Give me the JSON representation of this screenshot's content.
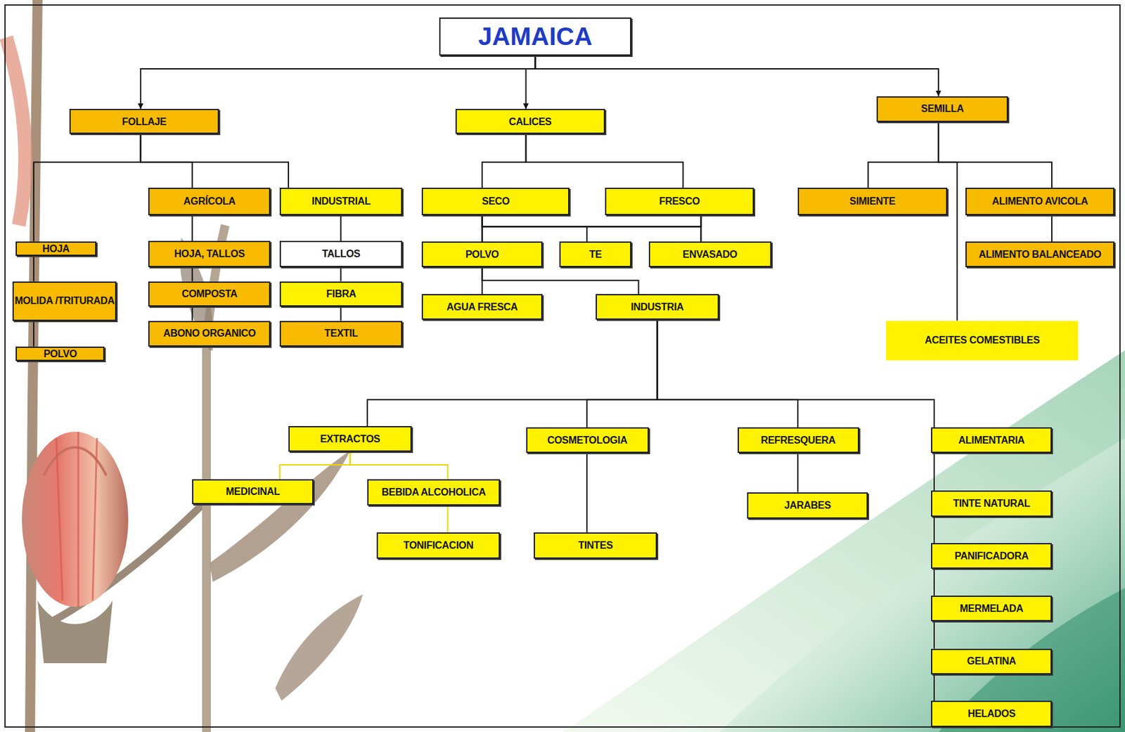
{
  "diagram": {
    "nodes": [
      {
        "text": [
          "JAMAICA"
        ]
      },
      {
        "text": [
          "FOLLAJE"
        ]
      },
      {
        "text": [
          "CALICES"
        ]
      },
      {
        "text": [
          "SEMILLA"
        ]
      },
      {
        "text": [
          "HOJA"
        ]
      },
      {
        "text": [
          "MOLIDA /TRITURADA"
        ]
      },
      {
        "text": [
          "POLVO"
        ]
      },
      {
        "text": [
          "AGRÍCOLA"
        ]
      },
      {
        "text": [
          "HOJA, TALLOS"
        ]
      },
      {
        "text": [
          "COMPOSTA"
        ]
      },
      {
        "text": [
          "ABONO ORGANICO"
        ]
      },
      {
        "text": [
          "INDUSTRIAL"
        ]
      },
      {
        "text": [
          "TALLOS"
        ]
      },
      {
        "text": [
          "FIBRA"
        ]
      },
      {
        "text": [
          "TEXTIL"
        ]
      },
      {
        "text": [
          "SECO"
        ]
      },
      {
        "text": [
          "FRESCO"
        ]
      },
      {
        "text": [
          "POLVO"
        ]
      },
      {
        "text": [
          "TE"
        ]
      },
      {
        "text": [
          "ENVASADO"
        ]
      },
      {
        "text": [
          "AGUA FRESCA"
        ]
      },
      {
        "text": [
          "INDUSTRIA"
        ]
      },
      {
        "text": [
          "EXTRACTOS"
        ]
      },
      {
        "text": [
          "COSMETOLOGIA"
        ]
      },
      {
        "text": [
          "REFRESQUERA"
        ]
      },
      {
        "text": [
          "ALIMENTARIA"
        ]
      },
      {
        "text": [
          "MEDICINAL"
        ]
      },
      {
        "text": [
          "BEBIDA ALCOHOLICA"
        ]
      },
      {
        "text": [
          "TONIFICACION"
        ]
      },
      {
        "text": [
          "TINTES"
        ]
      },
      {
        "text": [
          "JARABES"
        ]
      },
      {
        "text": [
          "TINTE NATURAL"
        ]
      },
      {
        "text": [
          "PANIFICADORA"
        ]
      },
      {
        "text": [
          "MERMELADA"
        ]
      },
      {
        "text": [
          "GELATINA"
        ]
      },
      {
        "text": [
          "HELADOS"
        ]
      },
      {
        "text": [
          "SIMIENTE"
        ]
      },
      {
        "text": [
          "ALIMENTO AVICOLA"
        ]
      },
      {
        "text": [
          "ALIMENTO BALANCEADO"
        ]
      },
      {
        "text": [
          "ACEITES COMESTIBLES"
        ]
      }
    ],
    "edges": [
      {
        "from": 0,
        "to": 1,
        "arrow": "to"
      },
      {
        "from": 0,
        "to": 2,
        "arrow": "to"
      },
      {
        "from": 0,
        "to": 3,
        "arrow": "to"
      },
      {
        "from": 1,
        "to": 4,
        "arrow": "none"
      },
      {
        "from": 4,
        "to": 5,
        "arrow": "none"
      },
      {
        "from": 5,
        "to": 6,
        "arrow": "none"
      },
      {
        "from": 1,
        "to": 7,
        "arrow": "none"
      },
      {
        "from": 7,
        "to": 8,
        "arrow": "none"
      },
      {
        "from": 8,
        "to": 9,
        "arrow": "none"
      },
      {
        "from": 9,
        "to": 10,
        "arrow": "none"
      },
      {
        "from": 1,
        "to": 11,
        "arrow": "none"
      },
      {
        "from": 11,
        "to": 12,
        "arrow": "none"
      },
      {
        "from": 12,
        "to": 13,
        "arrow": "none"
      },
      {
        "from": 13,
        "to": 14,
        "arrow": "none"
      },
      {
        "from": 2,
        "to": 15,
        "arrow": "none"
      },
      {
        "from": 2,
        "to": 16,
        "arrow": "none"
      },
      {
        "from": 15,
        "to": 17,
        "arrow": "none"
      },
      {
        "from": 15,
        "to": 18,
        "arrow": "none"
      },
      {
        "from": 15,
        "to": 19,
        "arrow": "none"
      },
      {
        "from": 16,
        "to": 17,
        "arrow": "none"
      },
      {
        "from": 16,
        "to": 18,
        "arrow": "none"
      },
      {
        "from": 16,
        "to": 19,
        "arrow": "none"
      },
      {
        "from": 17,
        "to": 20,
        "arrow": "none"
      },
      {
        "from": 17,
        "to": 21,
        "arrow": "none"
      },
      {
        "from": 21,
        "to": 22,
        "arrow": "none"
      },
      {
        "from": 21,
        "to": 23,
        "arrow": "none"
      },
      {
        "from": 21,
        "to": 24,
        "arrow": "none"
      },
      {
        "from": 21,
        "to": 25,
        "arrow": "none"
      },
      {
        "from": 22,
        "to": 26,
        "arrow": "none"
      },
      {
        "from": 22,
        "to": 27,
        "arrow": "none"
      },
      {
        "from": 27,
        "to": 28,
        "arrow": "none"
      },
      {
        "from": 23,
        "to": 29,
        "arrow": "none"
      },
      {
        "from": 24,
        "to": 30,
        "arrow": "none"
      },
      {
        "from": 25,
        "to": 31,
        "arrow": "none"
      },
      {
        "from": 31,
        "to": 32,
        "arrow": "none"
      },
      {
        "from": 32,
        "to": 33,
        "arrow": "none"
      },
      {
        "from": 33,
        "to": 34,
        "arrow": "none"
      },
      {
        "from": 34,
        "to": 35,
        "arrow": "none"
      },
      {
        "from": 3,
        "to": 36,
        "arrow": "none"
      },
      {
        "from": 3,
        "to": 37,
        "arrow": "none"
      },
      {
        "from": 3,
        "to": 39,
        "arrow": "none"
      },
      {
        "from": 37,
        "to": 38,
        "arrow": "none"
      }
    ]
  }
}
